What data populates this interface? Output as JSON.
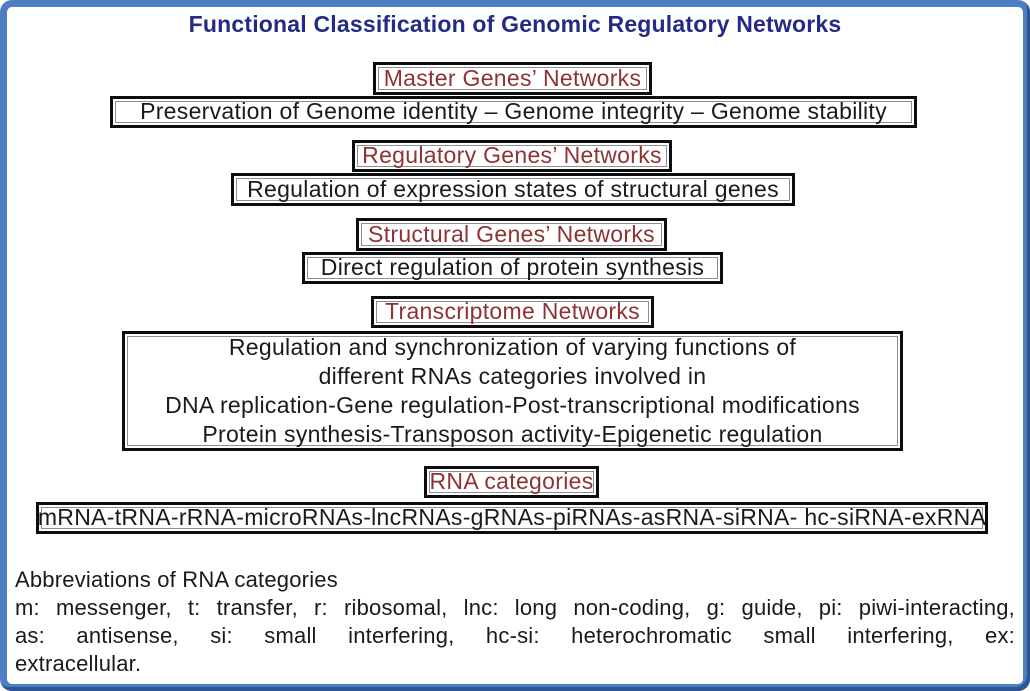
{
  "colors": {
    "frame_blue": "#4d7ec2",
    "frame_shadow": "#2d5694",
    "title_navy": "#252a85",
    "header_red": "#8e3333",
    "text_black": "#1a1a1a",
    "box_border": "#0d0d0d",
    "background": "#ffffff"
  },
  "title": {
    "text": "Functional Classification of Genomic Regulatory Networks"
  },
  "groups": [
    {
      "header": "Master Genes’ Networks",
      "body": "Preservation of Genome identity – Genome integrity – Genome stability"
    },
    {
      "header": "Regulatory Genes’ Networks",
      "body": "Regulation of expression states of structural genes"
    },
    {
      "header": "Structural Genes’ Networks",
      "body": "Direct regulation of protein synthesis"
    },
    {
      "header": "Transcriptome Networks",
      "body_lines": [
        "Regulation and synchronization of varying functions of",
        "different RNAs categories involved in",
        "DNA replication-Gene regulation-Post-transcriptional modifications",
        "Protein synthesis-Transposon activity-Epigenetic regulation"
      ]
    },
    {
      "header": "RNA categories",
      "body": "mRNA-tRNA-rRNA-microRNAs-lncRNAs-gRNAs-piRNAs-asRNA-siRNA- hc-siRNA-exRNA"
    }
  ],
  "abbreviations": {
    "heading": "Abbreviations of RNA categories",
    "lines": [
      "m: messenger, t: transfer, r: ribosomal, lnc: long non-coding, g: guide, pi: piwi-interacting,",
      "as: antisense, si: small interfering, hc-si: heterochromatic small interfering, ex:",
      "extracellular."
    ]
  }
}
